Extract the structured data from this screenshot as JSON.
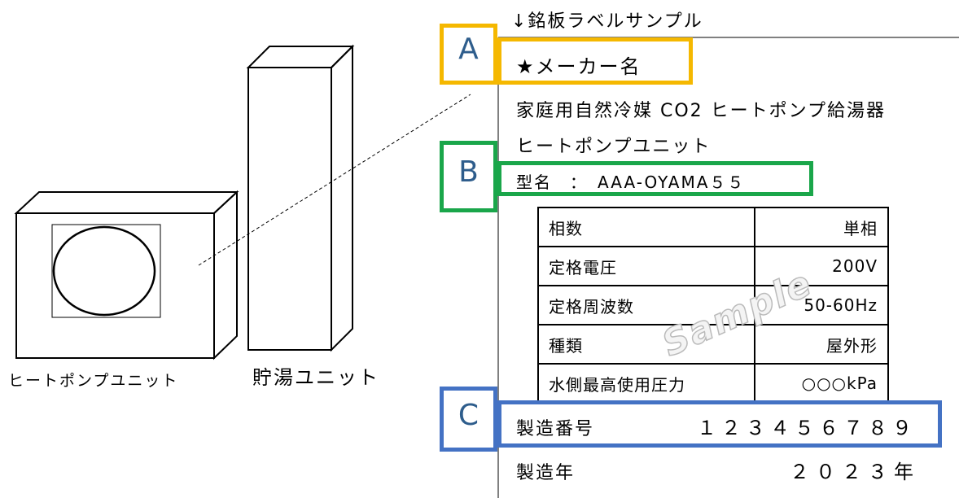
{
  "left": {
    "heat_pump_unit_label": "ヒートポンプユニット",
    "storage_unit_label": "貯湯ユニット"
  },
  "label_sample": {
    "title": "↓銘板ラベルサンプル",
    "maker": "★メーカー名",
    "product_line": "家庭用自然冷媒 CO2 ヒートポンプ給湯器",
    "unit_name": "ヒートポンプユニット",
    "model": "型名　：　AAA-OYAMA５５",
    "specs": [
      {
        "label": "相数",
        "value": "単相"
      },
      {
        "label": "定格電圧",
        "value": "200V"
      },
      {
        "label": "定格周波数",
        "value": "50-60Hz"
      },
      {
        "label": "種類",
        "value": "屋外形"
      },
      {
        "label": "水側最高使用圧力",
        "value": "○○○kPa"
      }
    ],
    "serial_label": "製造番号",
    "serial_value": "１２３４５６７８９",
    "year_label": "製造年",
    "year_value": "２０２３年",
    "watermark": "Sample"
  },
  "markers": {
    "a": "A",
    "b": "B",
    "c": "C"
  },
  "colors": {
    "a": "#f5b800",
    "b": "#1aa64a",
    "c": "#4472c4"
  }
}
